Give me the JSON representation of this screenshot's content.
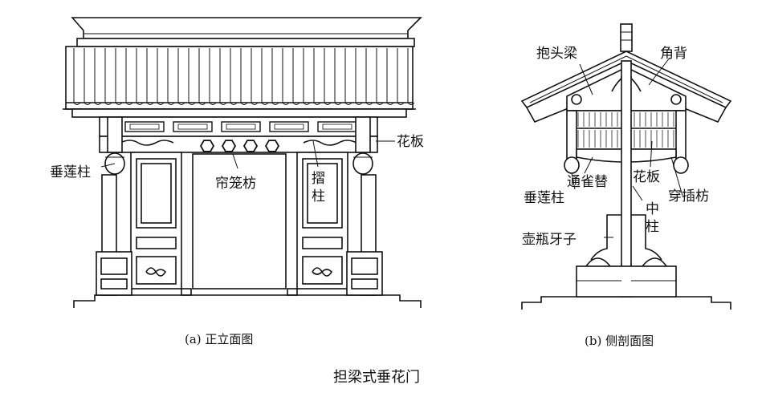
{
  "title": "担梁式垂花门",
  "front": {
    "caption": "(a) 正立面图",
    "labels": {
      "huaban": "花板",
      "chuilianzhu": "垂莲柱",
      "lianlongfang": "帘笼枋",
      "zhezhu": "摺柱"
    }
  },
  "side": {
    "caption": "(b) 侧剖面图",
    "labels": {
      "baotouliang": "抱头梁",
      "jiaobei": "角背",
      "tongqueti": "通雀替",
      "huaban": "花板",
      "chuilianzhu": "垂莲柱",
      "chuanchafang": "穿插枋",
      "zhongzhu": "中柱",
      "hupingyazi": "壶瓶牙子"
    }
  }
}
